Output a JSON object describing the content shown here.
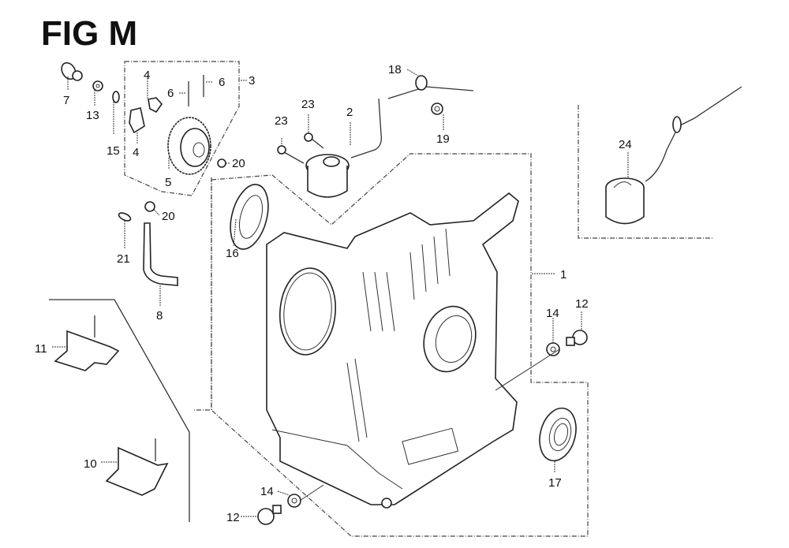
{
  "figure": {
    "title": "FIG M",
    "callouts": [
      {
        "id": "c1",
        "number": "1"
      },
      {
        "id": "c2",
        "number": "2"
      },
      {
        "id": "c3",
        "number": "3"
      },
      {
        "id": "c4a",
        "number": "4"
      },
      {
        "id": "c4b",
        "number": "4"
      },
      {
        "id": "c5",
        "number": "5"
      },
      {
        "id": "c6a",
        "number": "6"
      },
      {
        "id": "c6b",
        "number": "6"
      },
      {
        "id": "c7",
        "number": "7"
      },
      {
        "id": "c8",
        "number": "8"
      },
      {
        "id": "c10",
        "number": "10"
      },
      {
        "id": "c11",
        "number": "11"
      },
      {
        "id": "c12a",
        "number": "12"
      },
      {
        "id": "c12b",
        "number": "12"
      },
      {
        "id": "c13",
        "number": "13"
      },
      {
        "id": "c14a",
        "number": "14"
      },
      {
        "id": "c14b",
        "number": "14"
      },
      {
        "id": "c15",
        "number": "15"
      },
      {
        "id": "c16",
        "number": "16"
      },
      {
        "id": "c17",
        "number": "17"
      },
      {
        "id": "c18",
        "number": "18"
      },
      {
        "id": "c19",
        "number": "19"
      },
      {
        "id": "c20a",
        "number": "20"
      },
      {
        "id": "c20b",
        "number": "20"
      },
      {
        "id": "c21",
        "number": "21"
      },
      {
        "id": "c23a",
        "number": "23"
      },
      {
        "id": "c23b",
        "number": "23"
      },
      {
        "id": "c24",
        "number": "24"
      }
    ]
  }
}
